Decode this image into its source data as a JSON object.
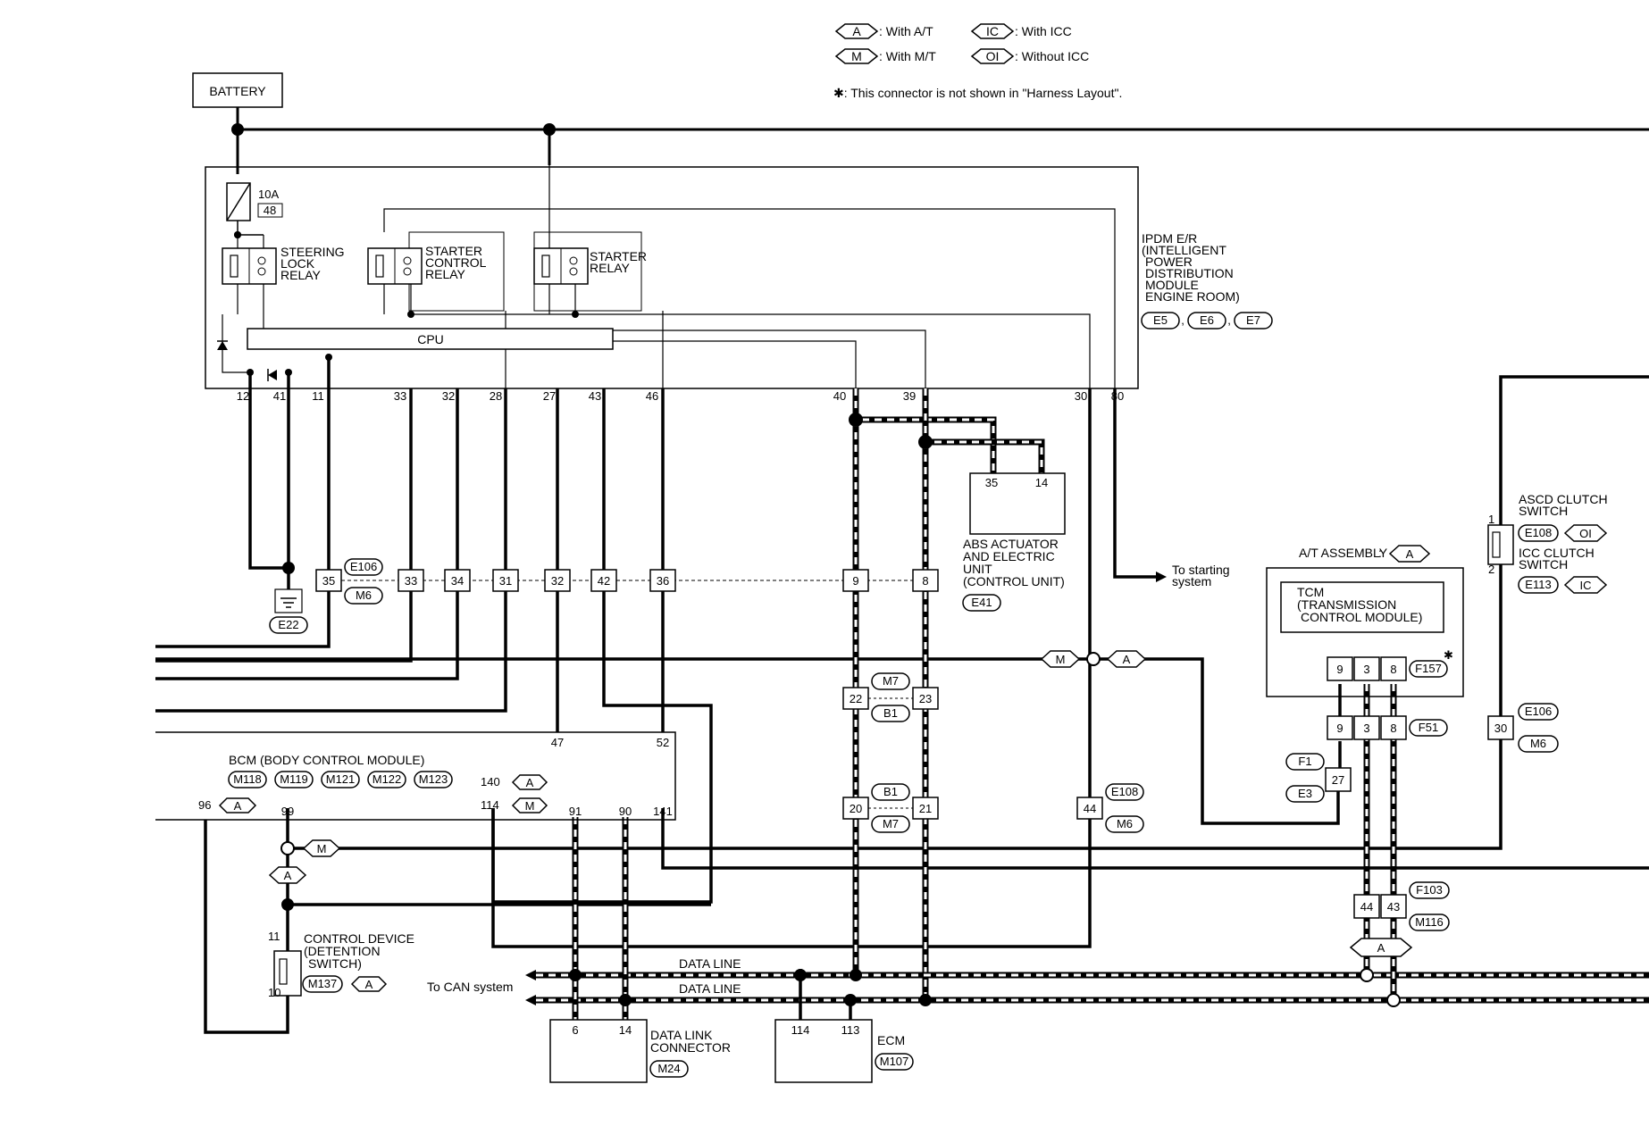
{
  "legend": {
    "at": "A",
    "at_text": ": With A/T",
    "mt": "M",
    "mt_text": ": With M/T",
    "icc": "IC",
    "icc_text": ": With ICC",
    "no_icc": "OI",
    "no_icc_text": ": Without ICC",
    "star_note": "✱: This connector is not shown in \"Harness Layout\"."
  },
  "battery": "BATTERY",
  "ipdm": {
    "fuse_amp": "10A",
    "fuse_no": "48",
    "steering_relay": [
      "STEERING",
      "LOCK",
      "RELAY"
    ],
    "starter_control_relay": [
      "STARTER",
      "CONTROL",
      "RELAY"
    ],
    "starter_relay": [
      "STARTER",
      "RELAY"
    ],
    "cpu": "CPU",
    "label": [
      "IPDM E/R",
      "(INTELLIGENT",
      "POWER",
      "DISTRIBUTION",
      "MODULE",
      "ENGINE ROOM)"
    ],
    "connectors": [
      "E5",
      "E6",
      "E7"
    ],
    "pins": [
      "12",
      "41",
      "11",
      "33",
      "32",
      "28",
      "27",
      "43",
      "46",
      "40",
      "39",
      "30",
      "80"
    ]
  },
  "abs": {
    "pins": [
      "35",
      "14"
    ],
    "label": [
      "ABS ACTUATOR",
      "AND ELECTRIC",
      "UNIT",
      "(CONTROL UNIT)"
    ],
    "connector": "E41"
  },
  "to_starting": [
    "To starting",
    "system"
  ],
  "ground": "E22",
  "joint_e106_m6": {
    "top": "E106",
    "bottom": "M6",
    "pins": [
      "35",
      "33",
      "34",
      "31",
      "32",
      "42",
      "36",
      "9",
      "8"
    ]
  },
  "joint_m7_b1_upper": {
    "top": "M7",
    "bottom": "B1",
    "pins": [
      "22",
      "23"
    ]
  },
  "joint_b1_m7_lower": {
    "top": "B1",
    "bottom": "M7",
    "pins": [
      "20",
      "21"
    ]
  },
  "joint_e108_m6": {
    "top": "E108",
    "bottom": "M6",
    "pin": "44"
  },
  "bcm": {
    "label": "BCM (BODY CONTROL MODULE)",
    "connectors": [
      "M118",
      "M119",
      "M121",
      "M122",
      "M123"
    ],
    "pins_top": [
      "47",
      "52"
    ],
    "pin_140": "140",
    "pin_114": "114",
    "pin_96": "96",
    "pins_bottom": [
      "99",
      "91",
      "90",
      "141"
    ]
  },
  "control_device": {
    "label": [
      "CONTROL DEVICE",
      "(DETENTION",
      "SWITCH)"
    ],
    "pins": [
      "11",
      "10"
    ],
    "connector": "M137"
  },
  "can": {
    "to_can": "To CAN system",
    "data_line_1": "DATA LINE",
    "data_line_2": "DATA LINE"
  },
  "dlc": {
    "pins": [
      "6",
      "14"
    ],
    "label": [
      "DATA LINK",
      "CONNECTOR"
    ],
    "connector": "M24"
  },
  "ecm": {
    "pins": [
      "114",
      "113"
    ],
    "label": "ECM",
    "connector": "M107"
  },
  "at_assembly": {
    "label": "A/T ASSEMBLY",
    "tcm": [
      "TCM",
      "(TRANSMISSION",
      "CONTROL MODULE)"
    ],
    "pins": [
      "9",
      "3",
      "8"
    ],
    "connector": "F157",
    "star": "✱"
  },
  "joint_f51": {
    "connector": "F51",
    "pins": [
      "9",
      "3",
      "8"
    ]
  },
  "joint_f1_e3": {
    "top": "F1",
    "bottom": "E3",
    "pin": "27"
  },
  "joint_f103_m116": {
    "top": "F103",
    "bottom": "M116",
    "pins": [
      "44",
      "43"
    ]
  },
  "asdc": {
    "pins": [
      "1",
      "2"
    ],
    "ascd_label": [
      "ASCD CLUTCH",
      "SWITCH"
    ],
    "ascd_connector": "E108",
    "icc_label": [
      "ICC CLUTCH",
      "SWITCH"
    ],
    "icc_connector": "E113"
  },
  "joint_e106_m6_right": {
    "top": "E106",
    "bottom": "M6",
    "pin": "30"
  }
}
